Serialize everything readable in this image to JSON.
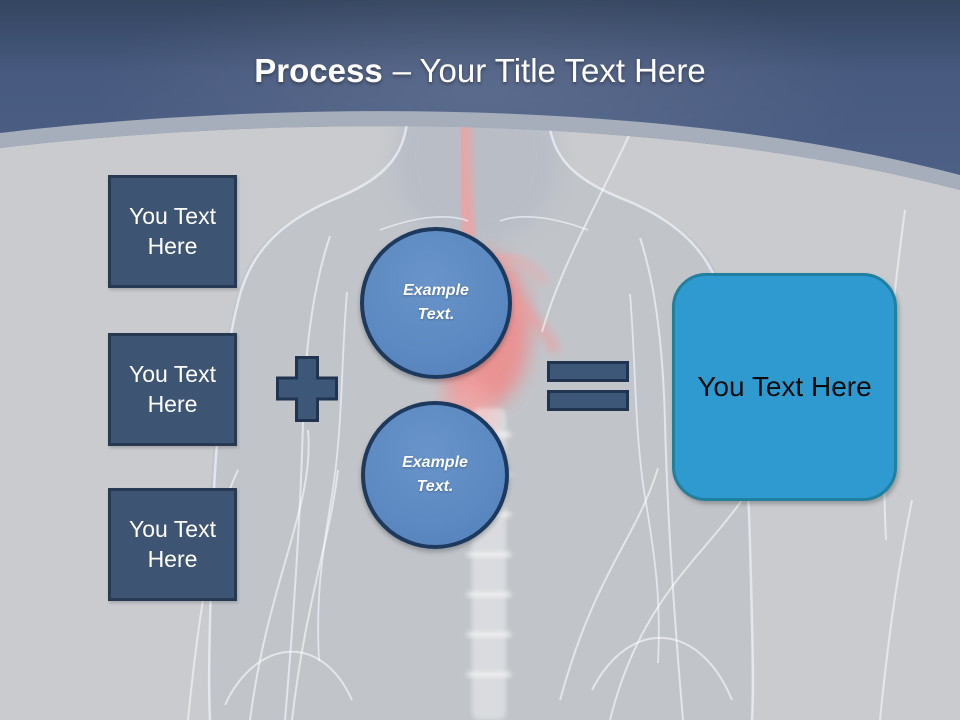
{
  "header": {
    "title_bold": "Process",
    "title_rest": "– Your Title Text Here"
  },
  "boxes": [
    {
      "label": "You Text Here"
    },
    {
      "label": "You Text Here"
    },
    {
      "label": "You Text Here"
    }
  ],
  "circles": [
    {
      "label": "Example Text."
    },
    {
      "label": "Example Text."
    }
  ],
  "result": {
    "label": "You Text Here"
  },
  "icons": {
    "plus": "plus-icon",
    "equals": "equals-icon"
  },
  "colors": {
    "header_top": "#344560",
    "header_mid": "#54678e",
    "header_bottom": "#43577c",
    "curve_band": "#a6adbb",
    "body_background": "#c9cbce",
    "square_fill": "#3d5472",
    "square_border": "#273a52",
    "circle_fill": "#5c89c1",
    "circle_border": "#1d3a5e",
    "operator_fill": "#3d5778",
    "operator_border": "#20344f",
    "result_fill": "#2f9ad0",
    "result_border": "#20809f",
    "title_text": "#ffffff",
    "result_text": "#0b0b0b",
    "heart_red": "#e66a6a"
  }
}
